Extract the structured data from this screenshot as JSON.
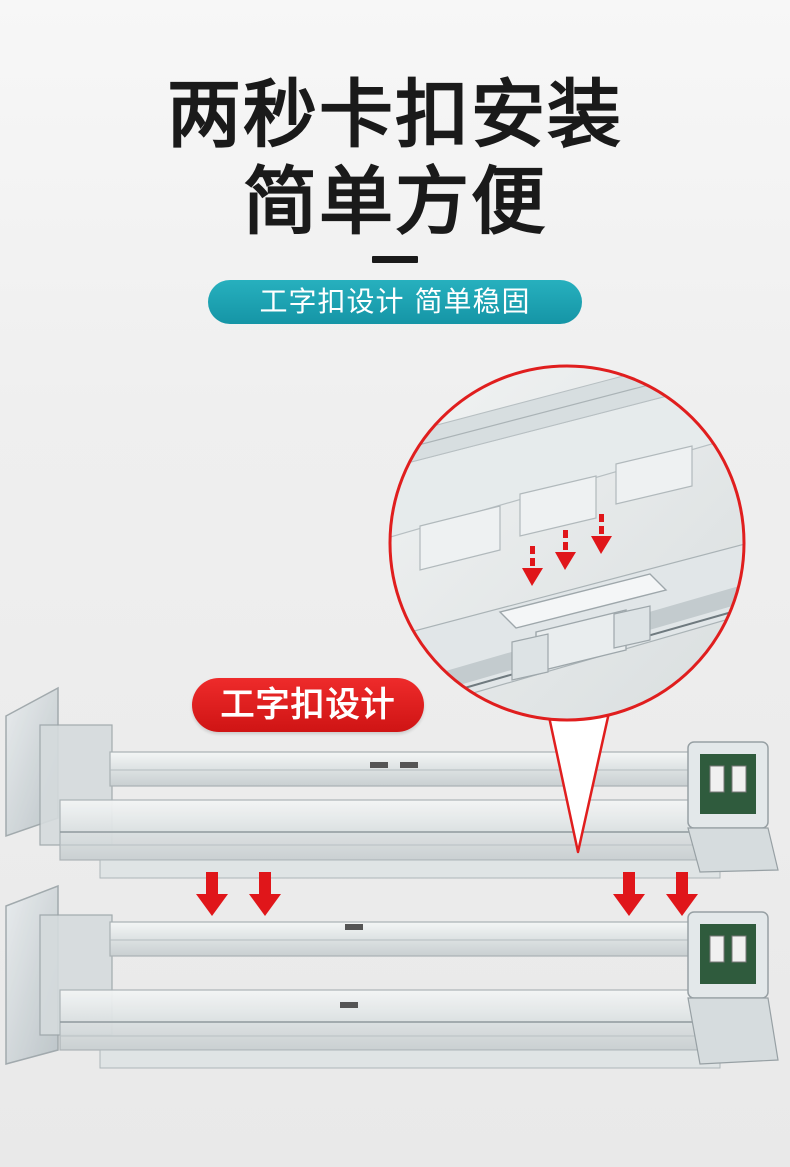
{
  "headline": {
    "line1": "两秒卡扣安装",
    "line2": "简单方便"
  },
  "subtitle": "工字扣设计 简单稳固",
  "callout": "工字扣设计",
  "colors": {
    "headline_text": "#1a1a1a",
    "subtitle_pill": "#1fa3b3",
    "callout_badge": "#e01e1e",
    "arrow_red": "#e0161a",
    "circle_outline": "#e01e1e",
    "driver_box_pcb": "#2f5b3d"
  },
  "icons": {
    "arrows": "down-arrow-icon",
    "dashed_arrows": "dashed-down-arrow-icon"
  }
}
